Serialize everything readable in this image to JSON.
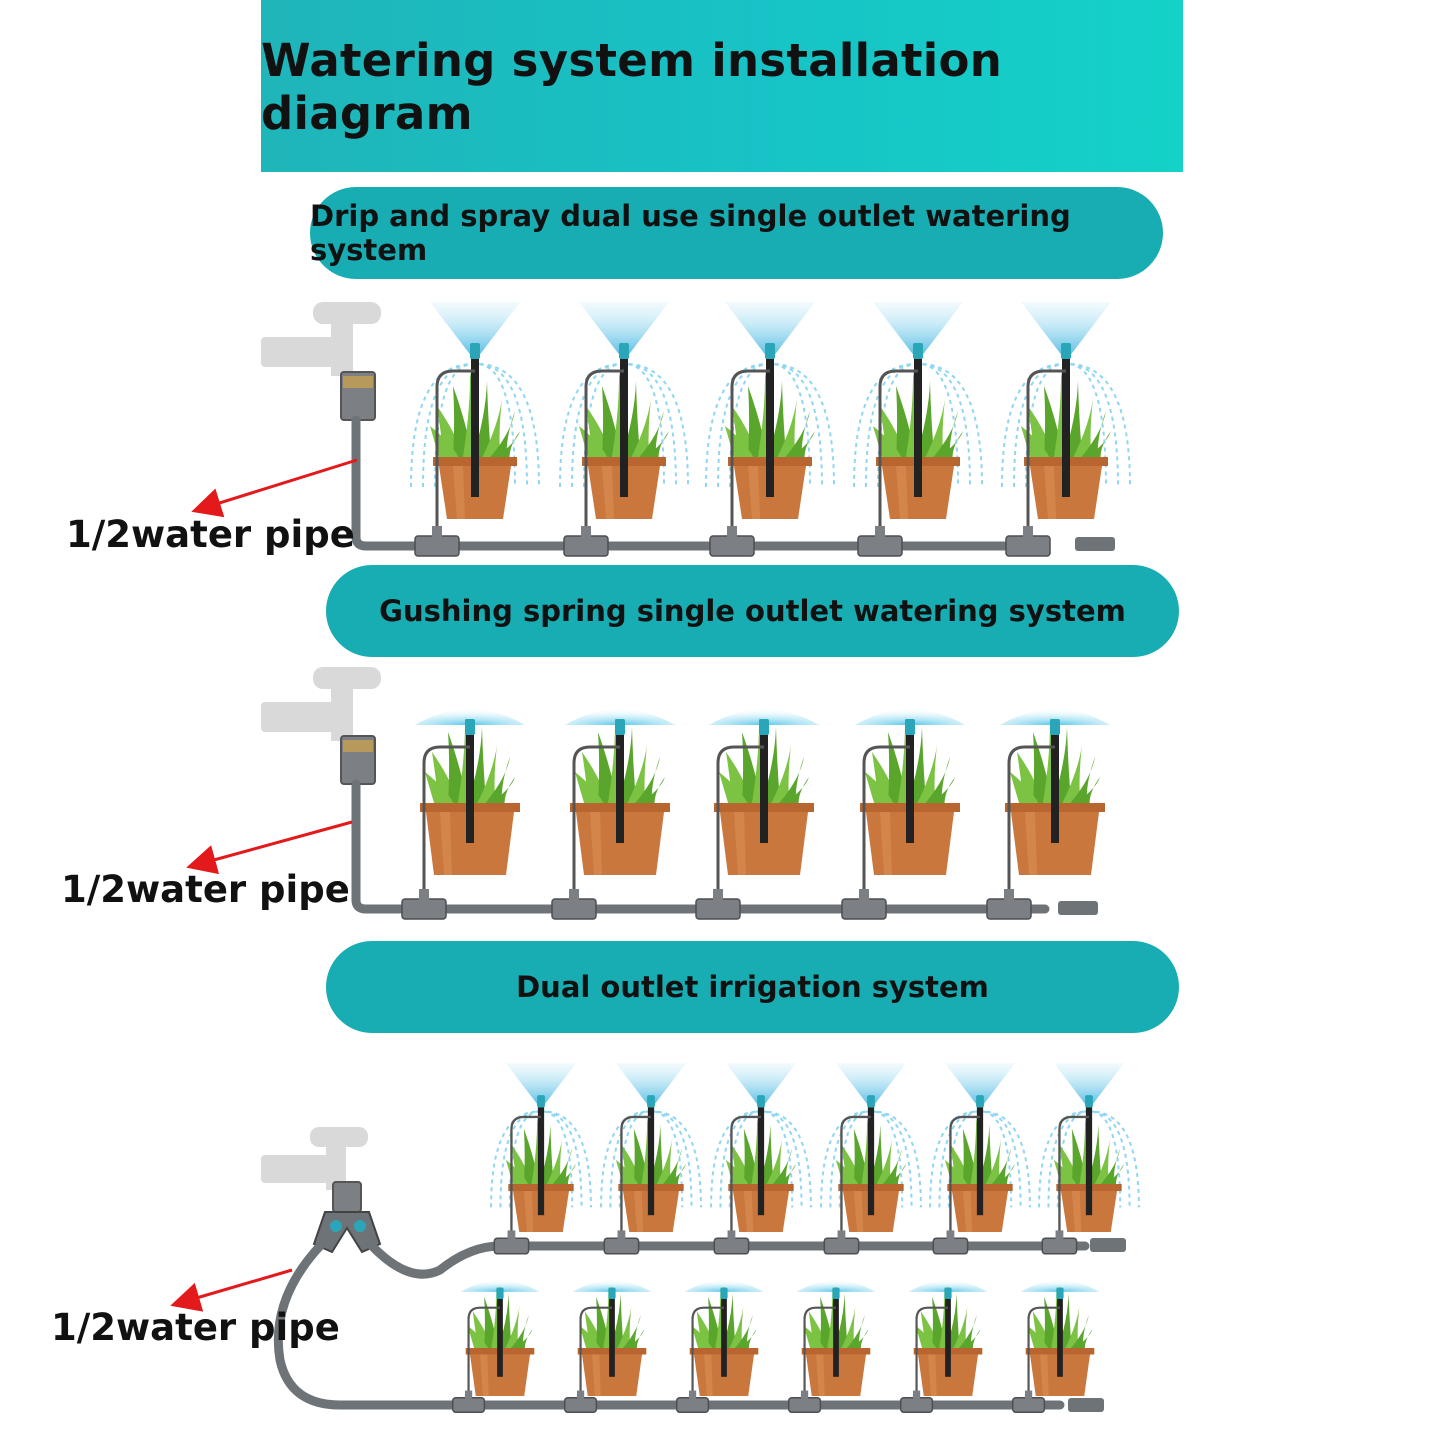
{
  "title": "Watering system installation diagram",
  "sections": [
    {
      "heading": "Drip and spray dual use single outlet watering system",
      "pipe_label": "1/2water pipe"
    },
    {
      "heading": "Gushing spring single outlet watering system",
      "pipe_label": "1/2water pipe"
    },
    {
      "heading": "Dual outlet irrigation system",
      "pipe_label": "1/2water pipe"
    }
  ],
  "colors": {
    "banner": "#1fb5b9",
    "pill": "#17adb2",
    "pipe": "#6e7378",
    "pot": "#c9773d",
    "leaf": "#6cb33a",
    "arrow": "#e3191c",
    "spray": "#8fd6f0"
  },
  "icons": [
    "faucet-icon",
    "plant-pot-icon",
    "sprinkler-icon",
    "y-splitter-icon",
    "end-plug-icon",
    "arrow-icon"
  ]
}
